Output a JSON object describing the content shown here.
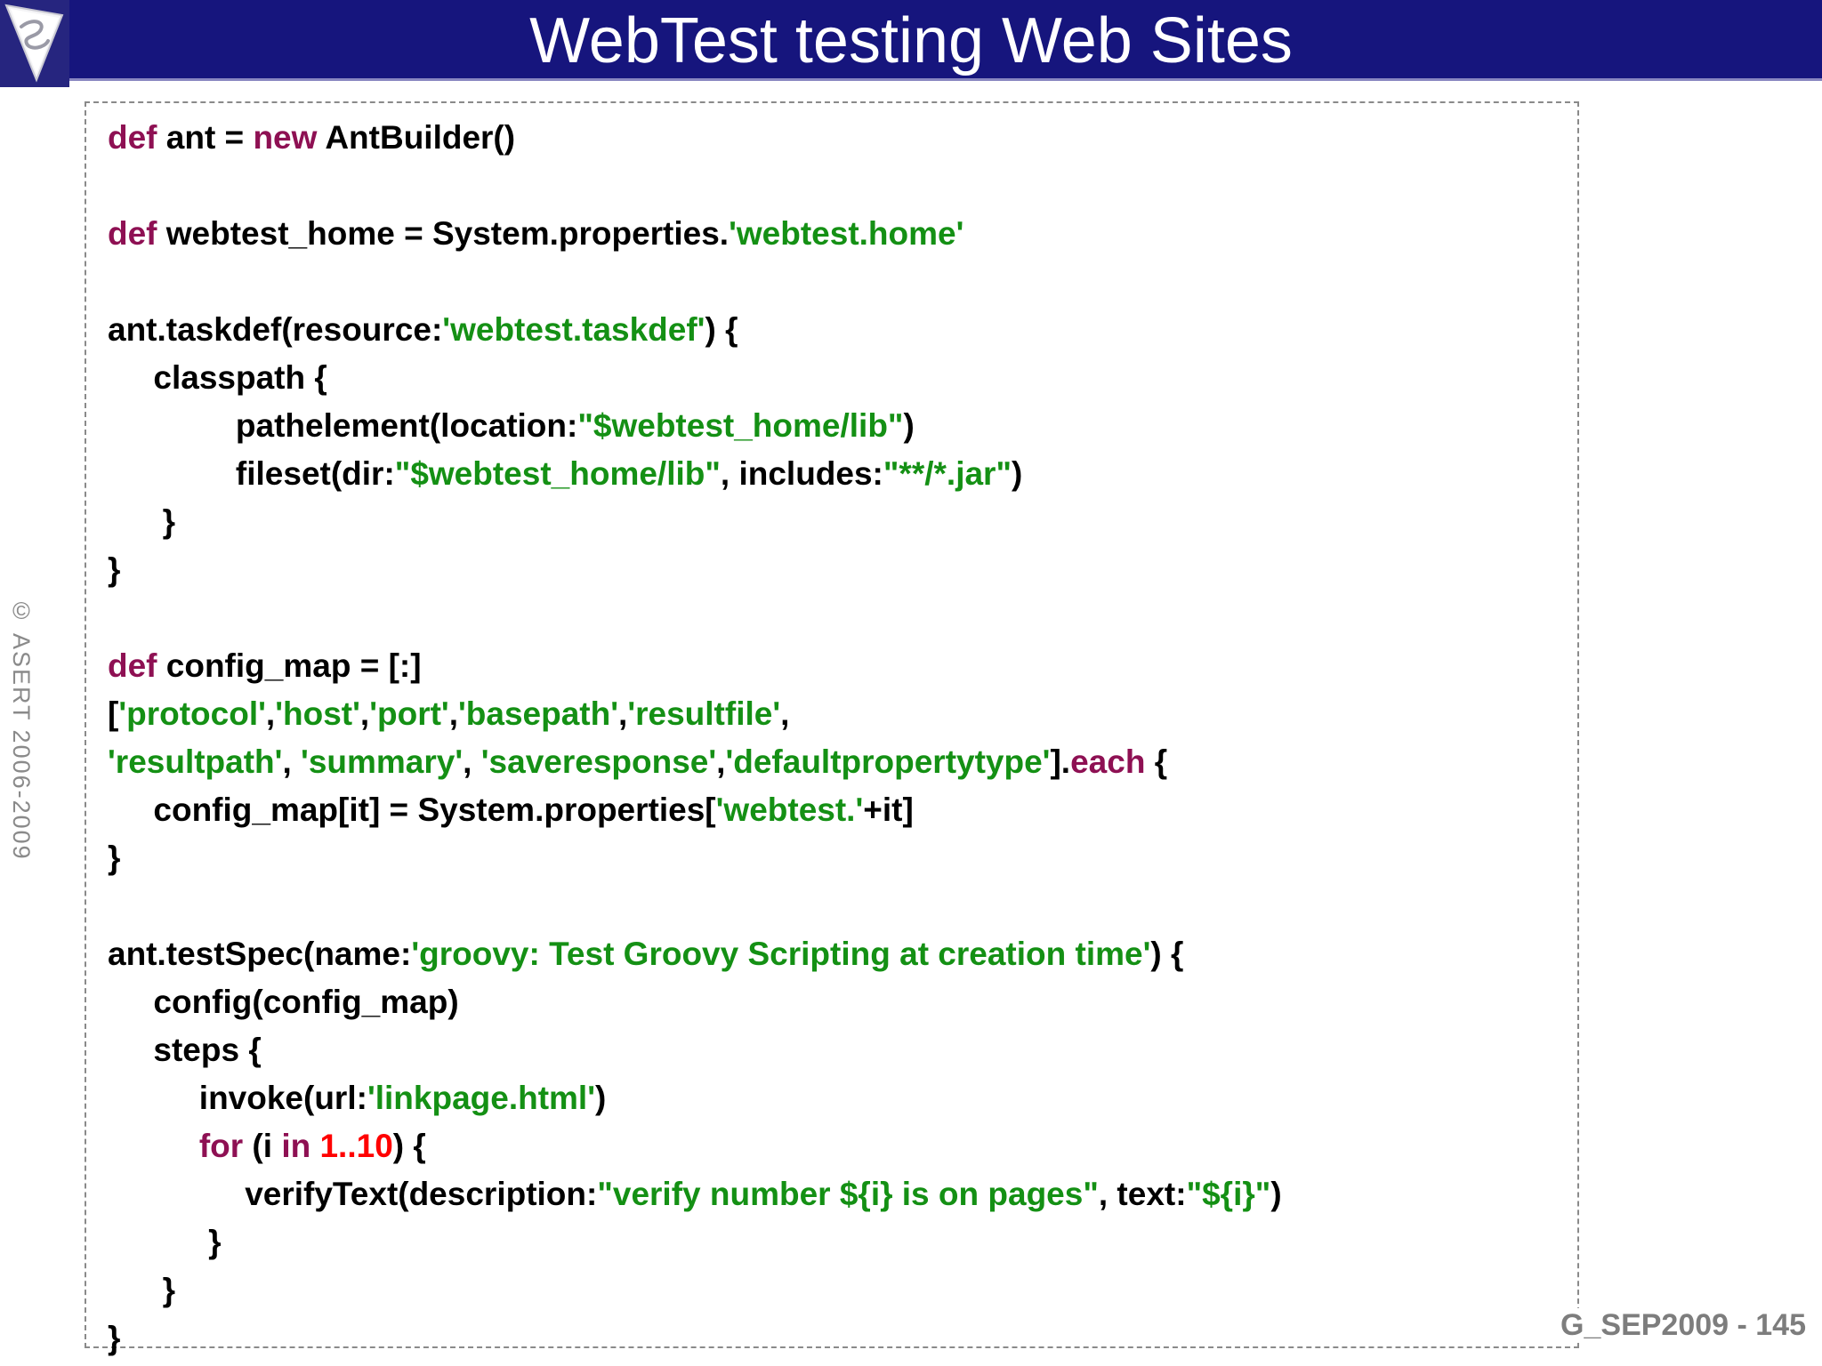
{
  "header": {
    "title": "WebTest testing Web Sites"
  },
  "logo": {
    "name": "asert-triangle-logo"
  },
  "sidebar": {
    "copyright": "© ASERT 2006-2009"
  },
  "footer": {
    "label": "G_SEP2009 - 145"
  },
  "colors": {
    "header_bg": "#16157d",
    "header_underline": "#8886c0",
    "keyword": "#8e1053",
    "string": "#149014",
    "number": "#ff0000",
    "plain": "#000000",
    "muted": "#8a8a8a"
  },
  "code": {
    "lines": [
      {
        "segments": [
          {
            "text": "def",
            "type": "keyword"
          },
          {
            "text": " ant = ",
            "type": "plain"
          },
          {
            "text": "new",
            "type": "keyword"
          },
          {
            "text": " AntBuilder()",
            "type": "plain"
          }
        ]
      },
      {
        "segments": []
      },
      {
        "segments": [
          {
            "text": "def",
            "type": "keyword"
          },
          {
            "text": " webtest_home = System.properties.",
            "type": "plain"
          },
          {
            "text": "'webtest.home'",
            "type": "string"
          }
        ]
      },
      {
        "segments": []
      },
      {
        "segments": [
          {
            "text": "ant.taskdef(resource:",
            "type": "plain"
          },
          {
            "text": "'webtest.taskdef'",
            "type": "string"
          },
          {
            "text": ") {",
            "type": "plain"
          }
        ]
      },
      {
        "segments": [
          {
            "text": "     classpath {",
            "type": "plain"
          }
        ]
      },
      {
        "segments": [
          {
            "text": "              pathelement(location:",
            "type": "plain"
          },
          {
            "text": "\"$webtest_home/lib\"",
            "type": "string"
          },
          {
            "text": ")",
            "type": "plain"
          }
        ]
      },
      {
        "segments": [
          {
            "text": "              fileset(dir:",
            "type": "plain"
          },
          {
            "text": "\"$webtest_home/lib\"",
            "type": "string"
          },
          {
            "text": ", includes:",
            "type": "plain"
          },
          {
            "text": "\"**/*.jar\"",
            "type": "string"
          },
          {
            "text": ")",
            "type": "plain"
          }
        ]
      },
      {
        "segments": [
          {
            "text": "      }",
            "type": "plain"
          }
        ]
      },
      {
        "segments": [
          {
            "text": "}",
            "type": "plain"
          }
        ]
      },
      {
        "segments": []
      },
      {
        "segments": [
          {
            "text": "def",
            "type": "keyword"
          },
          {
            "text": " config_map = [:]",
            "type": "plain"
          }
        ]
      },
      {
        "segments": [
          {
            "text": "[",
            "type": "plain"
          },
          {
            "text": "'protocol'",
            "type": "string"
          },
          {
            "text": ",",
            "type": "plain"
          },
          {
            "text": "'host'",
            "type": "string"
          },
          {
            "text": ",",
            "type": "plain"
          },
          {
            "text": "'port'",
            "type": "string"
          },
          {
            "text": ",",
            "type": "plain"
          },
          {
            "text": "'basepath'",
            "type": "string"
          },
          {
            "text": ",",
            "type": "plain"
          },
          {
            "text": "'resultfile'",
            "type": "string"
          },
          {
            "text": ",",
            "type": "plain"
          }
        ]
      },
      {
        "segments": [
          {
            "text": "'resultpath'",
            "type": "string"
          },
          {
            "text": ", ",
            "type": "plain"
          },
          {
            "text": "'summary'",
            "type": "string"
          },
          {
            "text": ", ",
            "type": "plain"
          },
          {
            "text": "'saveresponse'",
            "type": "string"
          },
          {
            "text": ",",
            "type": "plain"
          },
          {
            "text": "'defaultpropertytype'",
            "type": "string"
          },
          {
            "text": "].",
            "type": "plain"
          },
          {
            "text": "each",
            "type": "keyword"
          },
          {
            "text": " {",
            "type": "plain"
          }
        ]
      },
      {
        "segments": [
          {
            "text": "     config_map[it] = System.properties[",
            "type": "plain"
          },
          {
            "text": "'webtest.'",
            "type": "string"
          },
          {
            "text": "+it]",
            "type": "plain"
          }
        ]
      },
      {
        "segments": [
          {
            "text": "}",
            "type": "plain"
          }
        ]
      },
      {
        "segments": []
      },
      {
        "segments": [
          {
            "text": "ant.testSpec(name:",
            "type": "plain"
          },
          {
            "text": "'groovy: Test Groovy Scripting at creation time'",
            "type": "string"
          },
          {
            "text": ") {",
            "type": "plain"
          }
        ]
      },
      {
        "segments": [
          {
            "text": "     config(config_map)",
            "type": "plain"
          }
        ]
      },
      {
        "segments": [
          {
            "text": "     steps {",
            "type": "plain"
          }
        ]
      },
      {
        "segments": [
          {
            "text": "          invoke(url:",
            "type": "plain"
          },
          {
            "text": "'linkpage.html'",
            "type": "string"
          },
          {
            "text": ")",
            "type": "plain"
          }
        ]
      },
      {
        "segments": [
          {
            "text": "          ",
            "type": "plain"
          },
          {
            "text": "for",
            "type": "keyword"
          },
          {
            "text": " (i ",
            "type": "plain"
          },
          {
            "text": "in",
            "type": "keyword"
          },
          {
            "text": " ",
            "type": "plain"
          },
          {
            "text": "1..10",
            "type": "number"
          },
          {
            "text": ") {",
            "type": "plain"
          }
        ]
      },
      {
        "segments": [
          {
            "text": "               verifyText(description:",
            "type": "plain"
          },
          {
            "text": "\"verify number ${i} is on pages\"",
            "type": "string"
          },
          {
            "text": ", text:",
            "type": "plain"
          },
          {
            "text": "\"${i}\"",
            "type": "string"
          },
          {
            "text": ")",
            "type": "plain"
          }
        ]
      },
      {
        "segments": [
          {
            "text": "           }",
            "type": "plain"
          }
        ]
      },
      {
        "segments": [
          {
            "text": "      }",
            "type": "plain"
          }
        ]
      },
      {
        "segments": [
          {
            "text": "}",
            "type": "plain"
          }
        ]
      }
    ]
  }
}
